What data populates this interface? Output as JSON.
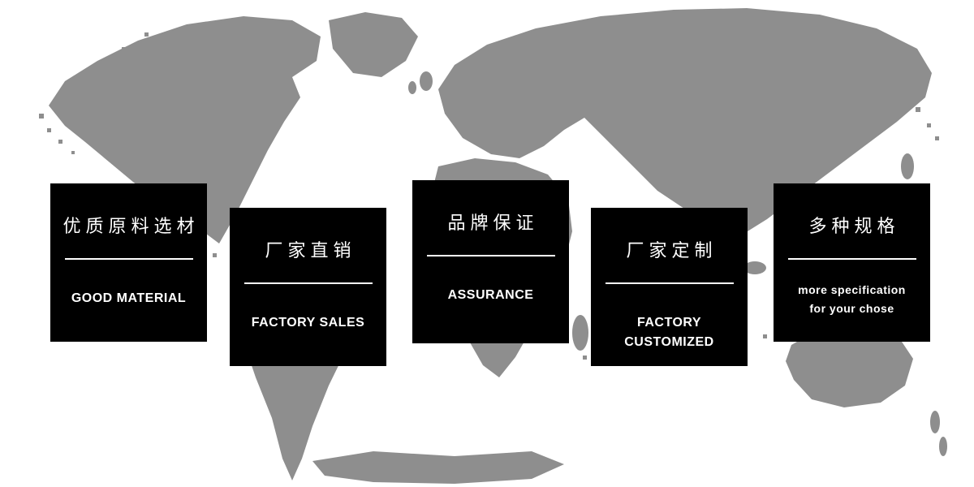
{
  "banner": {
    "cards": [
      {
        "title": "优质原料选材",
        "subtitle": "GOOD MATERIAL"
      },
      {
        "title": "厂家直销",
        "subtitle": "FACTORY SALES"
      },
      {
        "title": "品牌保证",
        "subtitle": "ASSURANCE"
      },
      {
        "title": "厂家定制",
        "subtitle": "FACTORY CUSTOMIZED"
      },
      {
        "title": "多种规格",
        "subtitle": "more specification\nfor your chose"
      }
    ],
    "colors": {
      "card_background": "#000000",
      "card_text": "#ffffff",
      "map_gray": "#8e8e8e",
      "page_background": "#ffffff"
    }
  }
}
